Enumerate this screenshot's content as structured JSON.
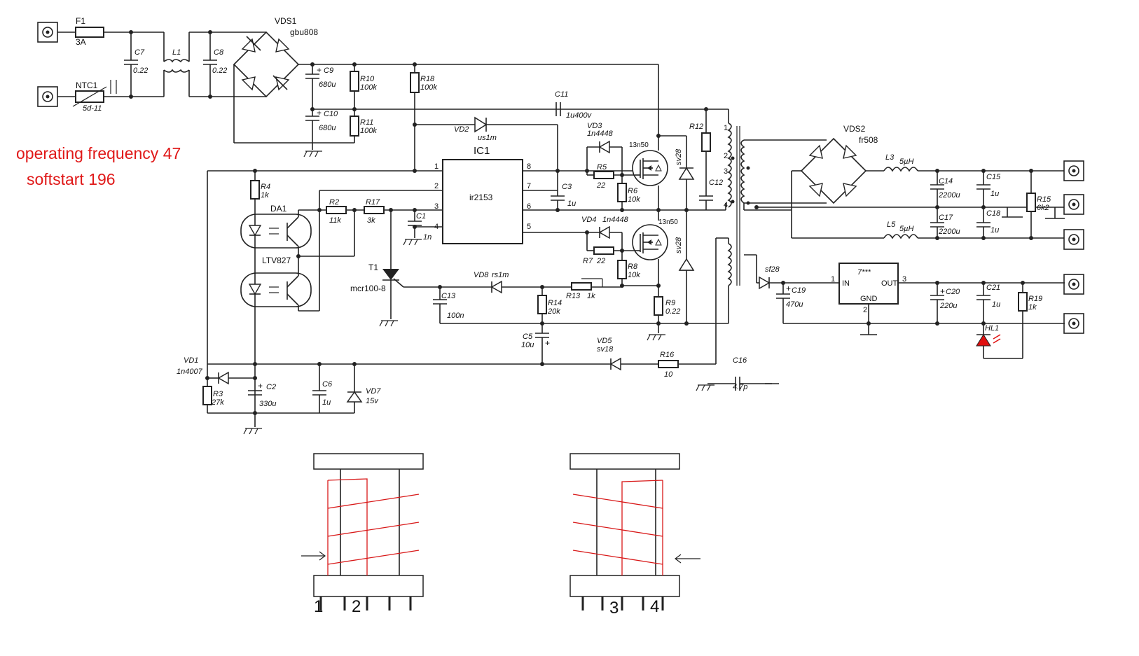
{
  "notes": {
    "frequency": "operating frequency 47",
    "softstart": "softstart  196"
  },
  "components": {
    "F1": "F1",
    "F1_val": "3A",
    "NTC1": "NTC1",
    "NTC1_val": "5d-11",
    "C7": "C7",
    "C7_val": "0.22",
    "L1": "L1",
    "C8": "C8",
    "C8_val": "0.22",
    "VDS1": "VDS1",
    "VDS1_val": "gbu808",
    "C9": "C9",
    "C9_val": "680u",
    "C10": "C10",
    "C10_val": "680u",
    "R10": "R10",
    "R10_val": "100k",
    "R11": "R11",
    "R11_val": "100k",
    "R18": "R18",
    "R18_val": "100k",
    "C11": "C11",
    "C11_val": "1u400v",
    "VD2": "VD2",
    "VD2_val": "us1m",
    "IC1": "IC1",
    "IC1_val": "ir2153",
    "VD3": "VD3",
    "VD3_val": "1n4448",
    "VD4": "VD4",
    "VD4_val": "1n4448",
    "R5": "R5",
    "R5_val": "22",
    "R7": "R7",
    "R7_val": "22",
    "R6": "R6",
    "R6_val": "10k",
    "R8": "R8",
    "R8_val": "10k",
    "Q_top": "13n50",
    "Q_bot": "13n50",
    "sv_top": "sv28",
    "sv_bot": "sv28",
    "R12": "R12",
    "C12": "C12",
    "C3": "C3",
    "C3_val": "1u",
    "C1": "C1",
    "C1_val": "1n",
    "R4": "R4",
    "R4_val": "1k",
    "DA1": "DA1",
    "DA1_val": "LTV827",
    "R2": "R2",
    "R2_val": "11k",
    "R17": "R17",
    "R17_val": "3k",
    "T1": "T1",
    "T1_val": "mcr100-8",
    "VD8": "VD8",
    "VD8_val": "rs1m",
    "C13": "C13",
    "C13_val": "100n",
    "R13": "R13",
    "R13_val": "1k",
    "R14": "R14",
    "R14_val": "20k",
    "C5": "C5",
    "C5_val": "10u",
    "R9": "R9",
    "R9_val": "0.22",
    "VD5": "VD5",
    "VD5_val": "sv18",
    "R16": "R16",
    "R16_val": "10",
    "C16": "C16",
    "C16_val": "4.7p",
    "VD1": "VD1",
    "VD1_val": "1n4007",
    "R3": "R3",
    "R3_val": "27k",
    "C2": "C2",
    "C2_val": "330u",
    "C6": "C6",
    "C6_val": "1u",
    "VD7": "VD7",
    "VD7_val": "15v",
    "VDS2": "VDS2",
    "VDS2_val": "fr508",
    "L3": "L3",
    "L3_val": "5µH",
    "L5": "L5",
    "L5_val": "5µH",
    "C14": "C14",
    "C14_val": "2200u",
    "C17": "C17",
    "C17_val": "2200u",
    "C15": "C15",
    "C15_val": "1u",
    "C18": "C18",
    "C18_val": "1u",
    "R15": "R15",
    "R15_val": "6k2",
    "sf28": "sf28",
    "C19": "C19",
    "C19_val": "470u",
    "REG": "7***",
    "REG_in": "IN",
    "REG_out": "OUT",
    "REG_gnd": "GND",
    "C20": "C20",
    "C20_val": "220u",
    "C21": "C21",
    "C21_val": "1u",
    "R19": "R19",
    "R19_val": "1k",
    "HL1": "HL1"
  },
  "ic_pins": {
    "p1": "1",
    "p2": "2",
    "p3": "3",
    "p4": "4",
    "p5": "5",
    "p6": "6",
    "p7": "7",
    "p8": "8"
  },
  "transformer_pins": {
    "t1": "1",
    "t2": "2",
    "t3": "3",
    "t4": "4"
  },
  "reg_pins": {
    "in": "1",
    "out": "3",
    "gnd": "2"
  },
  "winding_pins": {
    "left_a": "1",
    "left_b": "2",
    "right_a": "3",
    "right_b": "4"
  },
  "colors": {
    "wire": "#222222",
    "note": "#e01818",
    "winding": "#d81818",
    "led": "#e01010"
  }
}
